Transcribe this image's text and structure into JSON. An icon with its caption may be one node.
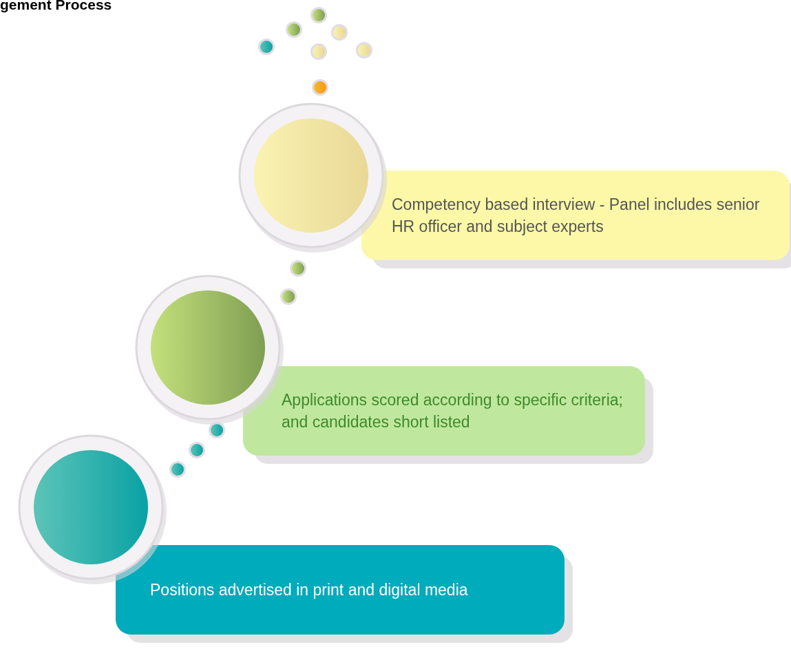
{
  "diagram": {
    "title": "gement Process",
    "nodes": [
      {
        "text": [
          "Competency based interview - Panel includes senior HR officer and subject experts"
        ]
      },
      {
        "text": [
          "Applications scored according to specific criteria; and candidates short listed"
        ]
      },
      {
        "text": [
          "Positions advertised in print and digital media"
        ]
      }
    ],
    "edges": []
  }
}
